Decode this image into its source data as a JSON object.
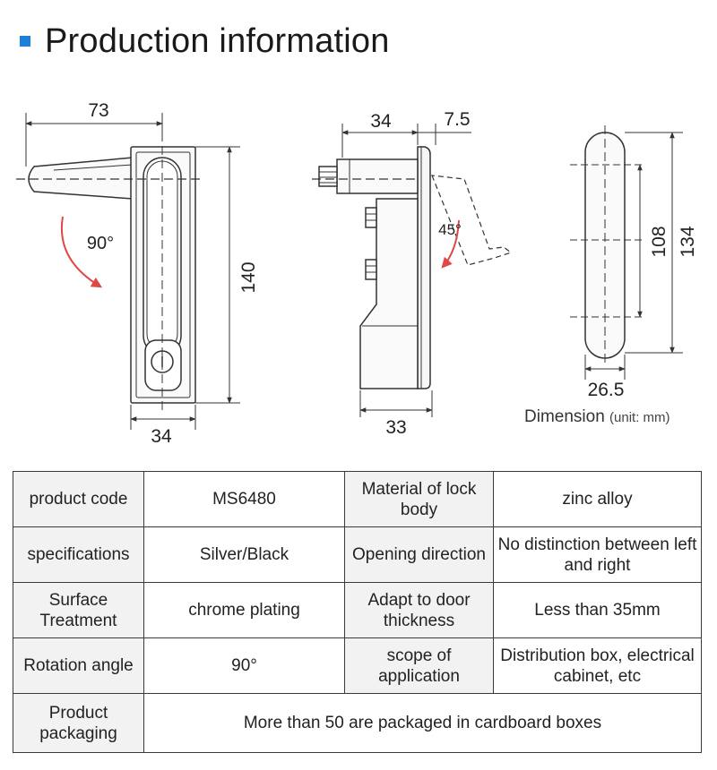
{
  "header": {
    "title": "Production information",
    "accent_color": "#1e7fd8"
  },
  "diagram": {
    "front_view": {
      "width_top": "73",
      "height": "140",
      "width_bottom": "34",
      "rotation": "90°"
    },
    "side_view": {
      "depth_top": "34",
      "offset_top": "7.5",
      "angle": "45°",
      "depth_bottom": "33"
    },
    "back_view": {
      "hole_spacing": "108",
      "overall_height": "134",
      "width": "26.5"
    },
    "caption": {
      "label": "Dimension",
      "unit": "(unit:  mm)"
    },
    "arrow_color": "#e04848"
  },
  "specs": {
    "rows": [
      {
        "label1": "product code",
        "value1": "MS6480",
        "label2": "Material of lock body",
        "value2": "zinc alloy"
      },
      {
        "label1": "specifications",
        "value1": "Silver/Black",
        "label2": "Opening direction",
        "value2": "No distinction between left and right"
      },
      {
        "label1": "Surface Treatment",
        "value1": "chrome plating",
        "label2": "Adapt to door thickness",
        "value2": "Less than 35mm"
      },
      {
        "label1": "Rotation angle",
        "value1": "90°",
        "label2": "scope of application",
        "value2": "Distribution box, electrical cabinet, etc"
      }
    ],
    "packaging": {
      "label": "Product packaging",
      "value": "More than 50 are packaged in cardboard boxes"
    }
  }
}
